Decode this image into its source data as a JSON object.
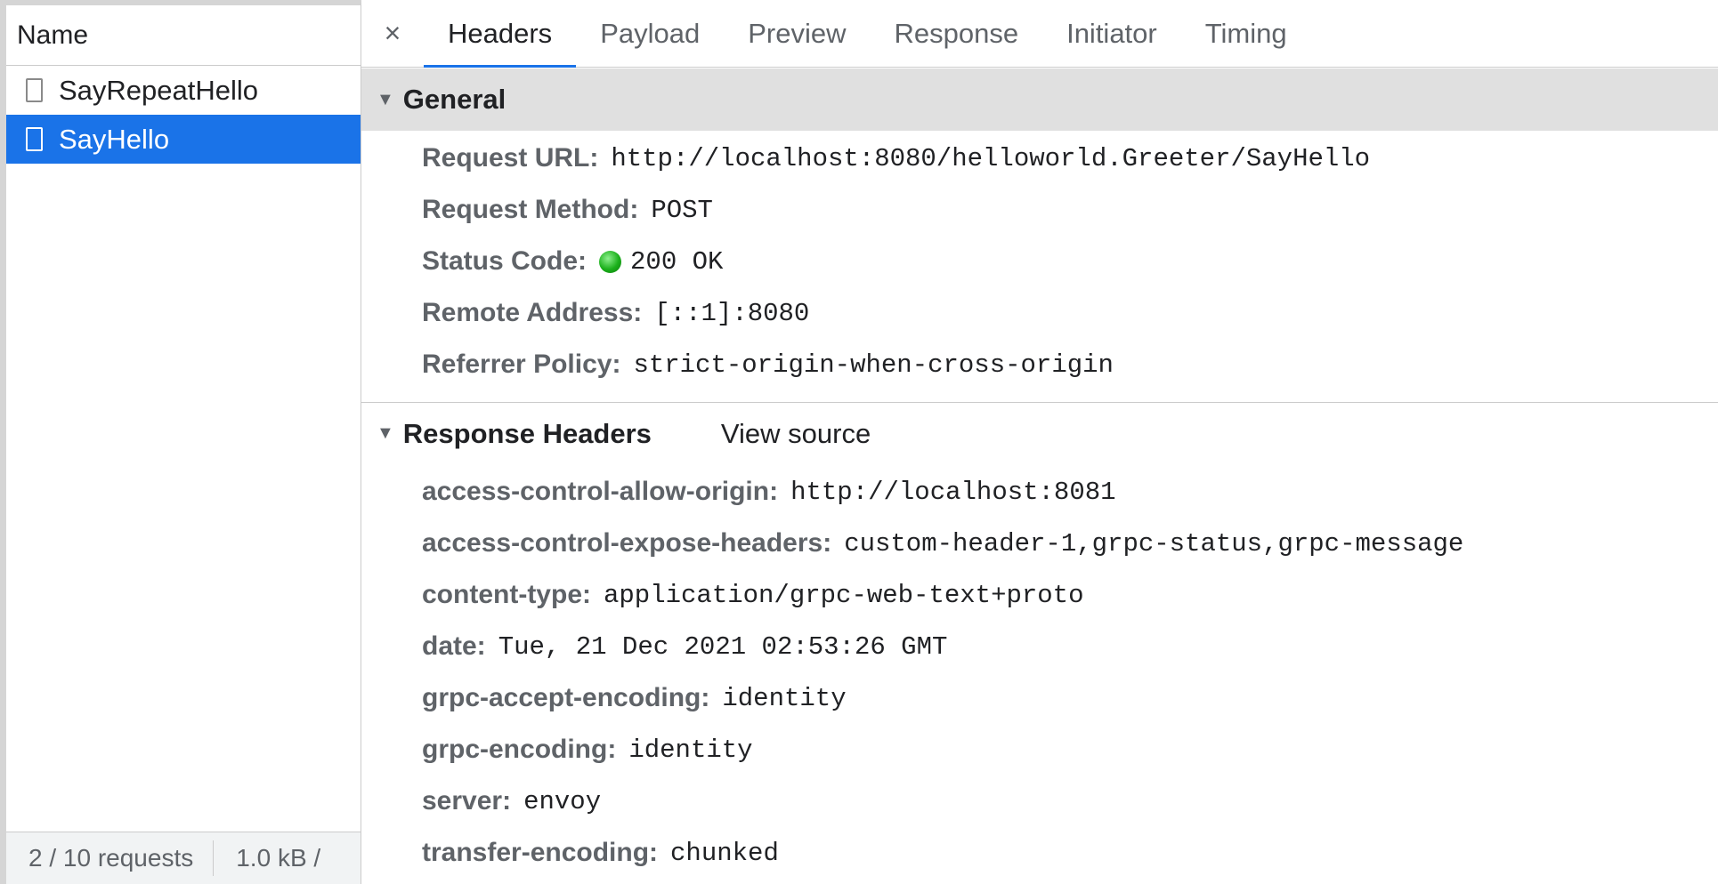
{
  "requests_panel": {
    "column_header": "Name",
    "items": [
      {
        "name": "SayRepeatHello",
        "selected": false
      },
      {
        "name": "SayHello",
        "selected": true
      }
    ],
    "status": {
      "requests": "2 / 10 requests",
      "transferred": "1.0 kB /"
    }
  },
  "tabs": {
    "close_icon": "×",
    "items": [
      "Headers",
      "Payload",
      "Preview",
      "Response",
      "Initiator",
      "Timing"
    ],
    "active": "Headers"
  },
  "general": {
    "title": "General",
    "rows": [
      {
        "key": "Request URL:",
        "value": "http://localhost:8080/helloworld.Greeter/SayHello"
      },
      {
        "key": "Request Method:",
        "value": "POST"
      },
      {
        "key": "Status Code:",
        "value": "200 OK",
        "status_color": "#1bb01b"
      },
      {
        "key": "Remote Address:",
        "value": "[::1]:8080"
      },
      {
        "key": "Referrer Policy:",
        "value": "strict-origin-when-cross-origin"
      }
    ]
  },
  "response_headers": {
    "title": "Response Headers",
    "view_source": "View source",
    "rows": [
      {
        "key": "access-control-allow-origin:",
        "value": "http://localhost:8081"
      },
      {
        "key": "access-control-expose-headers:",
        "value": "custom-header-1,grpc-status,grpc-message"
      },
      {
        "key": "content-type:",
        "value": "application/grpc-web-text+proto"
      },
      {
        "key": "date:",
        "value": "Tue, 21 Dec 2021 02:53:26 GMT"
      },
      {
        "key": "grpc-accept-encoding:",
        "value": "identity"
      },
      {
        "key": "grpc-encoding:",
        "value": "identity"
      },
      {
        "key": "server:",
        "value": "envoy"
      },
      {
        "key": "transfer-encoding:",
        "value": "chunked"
      }
    ]
  },
  "colors": {
    "accent": "#1a73e8",
    "section_bg": "#e0e0e0",
    "key_text": "#5f6368"
  }
}
